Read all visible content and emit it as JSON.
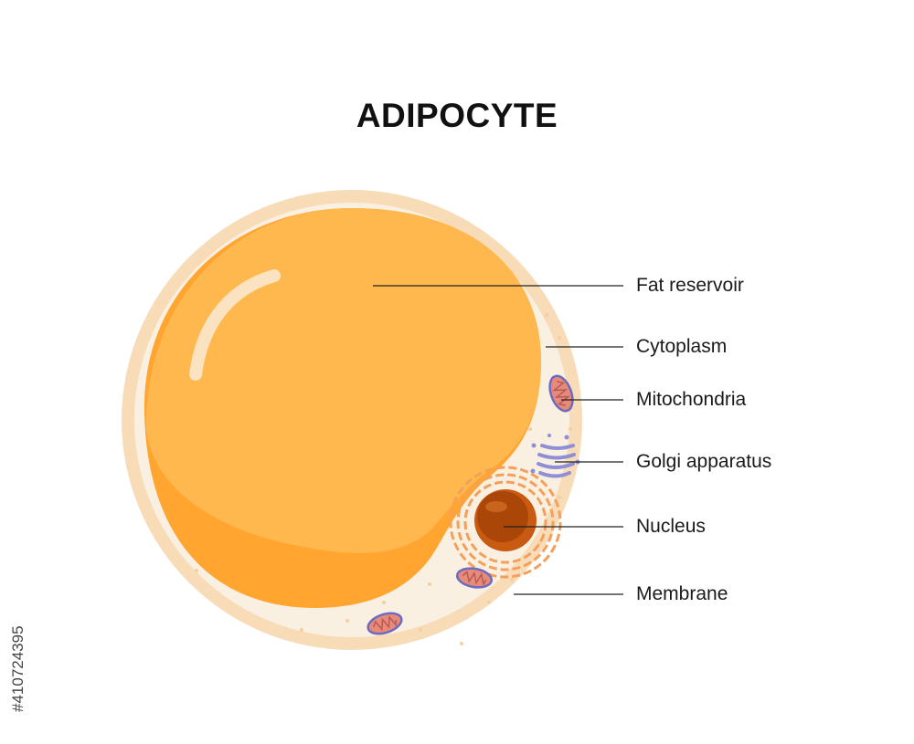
{
  "title": "ADIPOCYTE",
  "labels": {
    "fat_reservoir": "Fat reservoir",
    "cytoplasm": "Cytoplasm",
    "mitochondria": "Mitochondria",
    "golgi": "Golgi apparatus",
    "nucleus": "Nucleus",
    "membrane": "Membrane"
  },
  "watermark_id": "#410724395",
  "colors": {
    "membrane": "#f8dcb8",
    "cytoplasm": "#faf0e2",
    "fat": "#ffb84d",
    "fat_shadow": "#ffa530",
    "nucleus": "#c85a12",
    "reticulum": "#f5a05a",
    "mitochondria": "#e88a7a",
    "golgi": "#8f8fd8"
  }
}
